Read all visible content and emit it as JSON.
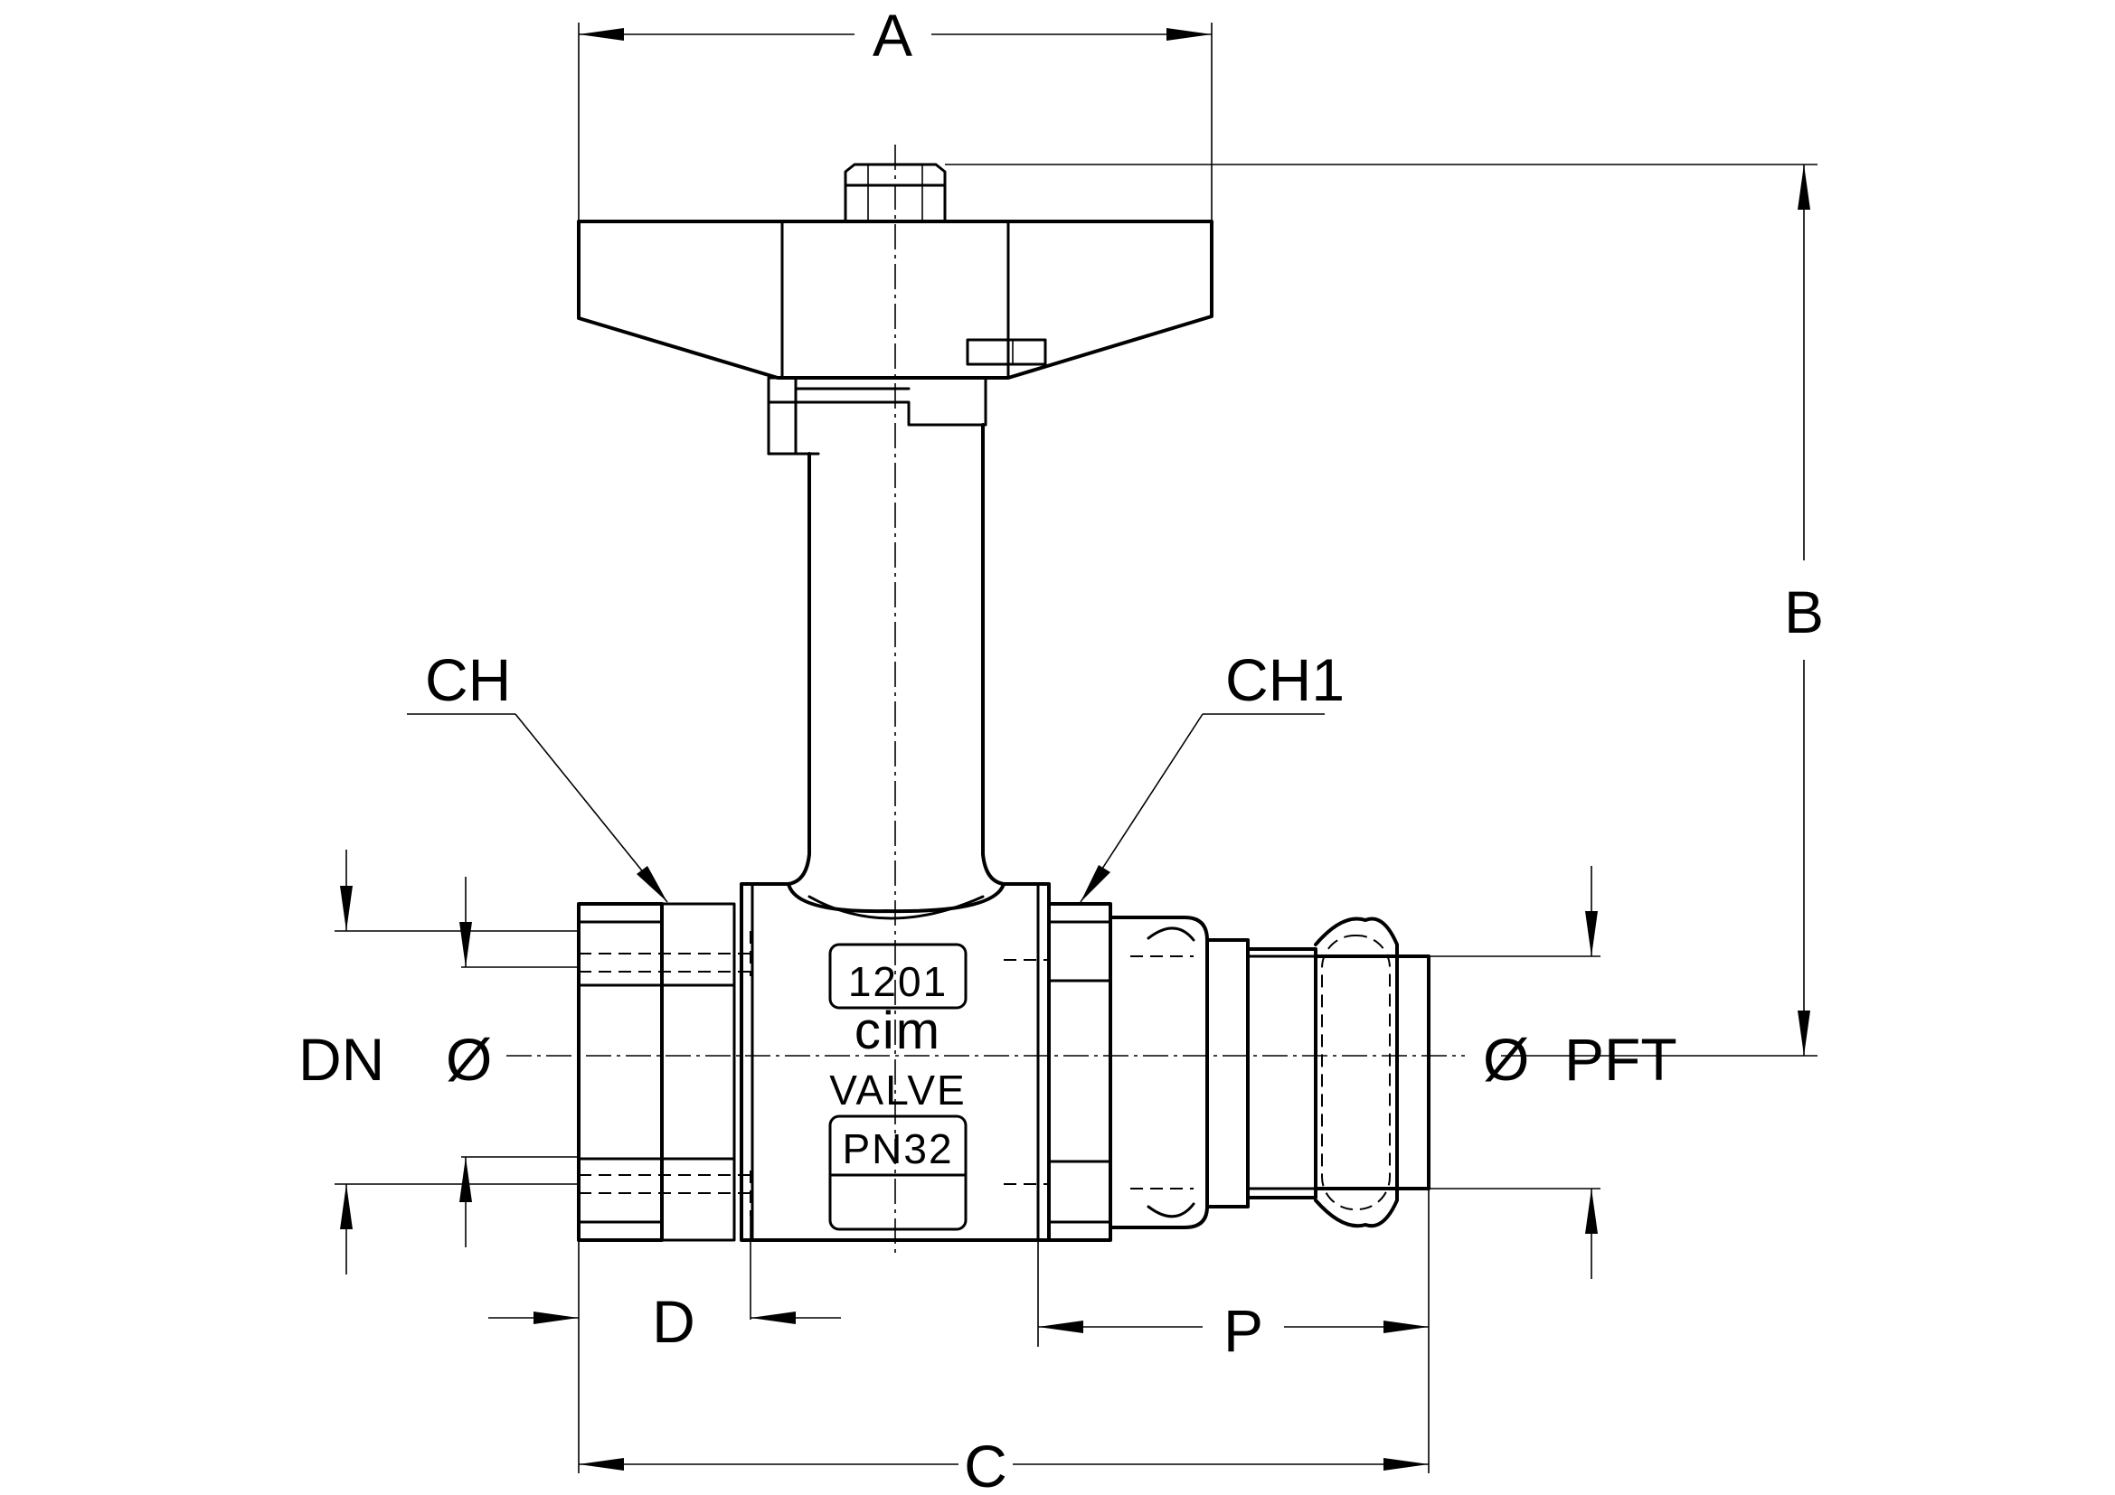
{
  "labels": {
    "dim_a": "A",
    "dim_b": "B",
    "dim_c": "C",
    "dim_d": "D",
    "dim_p": "P",
    "ch": "CH",
    "ch1": "CH1",
    "dn": "DN",
    "dn_diameter": "Ø",
    "pft_diameter": "Ø",
    "pft": "PFT"
  },
  "body_markings": {
    "model": "1201",
    "brand": "cim",
    "type": "VALVE",
    "pressure": "PN32"
  }
}
